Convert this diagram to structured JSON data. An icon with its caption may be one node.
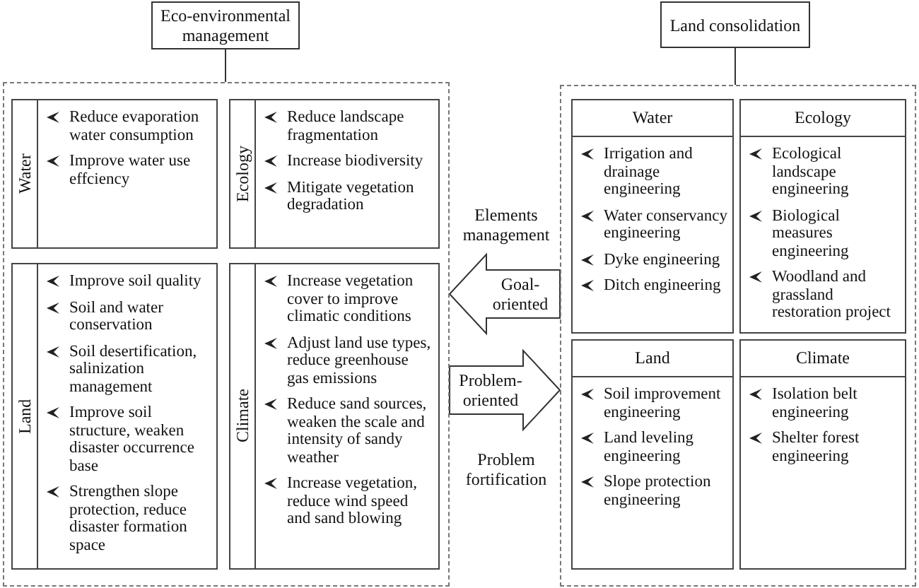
{
  "diagram": {
    "nodes": [
      {
        "text": [
          "Eco-environmental management"
        ]
      },
      {
        "text": [],
        "shape": "box"
      },
      {
        "text": [
          "Water",
          "Reduce evaporation water consumption",
          "Improve water use effciency"
        ],
        "in": 1
      },
      {
        "text": [
          "Ecology",
          "Reduce landscape fragmentation",
          "Increase biodiversity",
          "Mitigate vegetation degradation"
        ],
        "in": 1
      },
      {
        "text": [
          "Land",
          "Improve soil quality",
          "Soil and water conservation",
          "Soil desertification, salinization management",
          "Improve soil structure, weaken disaster occurrence base",
          "Strengthen slope protection, reduce disaster formation space"
        ],
        "in": 1
      },
      {
        "text": [
          "Climate",
          "Increase vegetation cover to improve climatic conditions",
          "Adjust land use types, reduce greenhouse gas emissions",
          "Reduce sand sources, weaken the scale and intensity of sandy weather",
          "Increase vegetation, reduce wind speed and sand blowing"
        ],
        "in": 1
      },
      {
        "text": [
          "Land consolidation"
        ]
      },
      {
        "text": [],
        "shape": "box"
      },
      {
        "text": [
          "Water",
          "Irrigation and drainage engineering",
          "Water conservancy engineering",
          "Dyke engineering",
          "Ditch engineering"
        ],
        "in": 7
      },
      {
        "text": [
          "Ecology",
          "Ecological landscape engineering",
          "Biological measures engineering",
          "Woodland and grassland restoration project"
        ],
        "in": 7
      },
      {
        "text": [
          "Land",
          "Soil improvement engineering",
          "Land leveling engineering",
          "Slope protection engineering"
        ],
        "in": 7
      },
      {
        "text": [
          "Climate",
          "Isolation belt engineering",
          "Shelter forest engineering"
        ],
        "in": 7
      }
    ],
    "edges": [
      {
        "from": 0,
        "to": 1,
        "arrow": "none"
      },
      {
        "from": 6,
        "to": 7,
        "arrow": "none"
      },
      {
        "from": 7,
        "to": 1,
        "arrow": "to",
        "label": "Goal-oriented",
        "style": "thick"
      },
      {
        "from": 1,
        "to": 7,
        "arrow": "to",
        "label": "Problem-oriented",
        "style": "thick"
      }
    ],
    "labels": [
      "Elements management",
      "Problem fortification"
    ]
  }
}
